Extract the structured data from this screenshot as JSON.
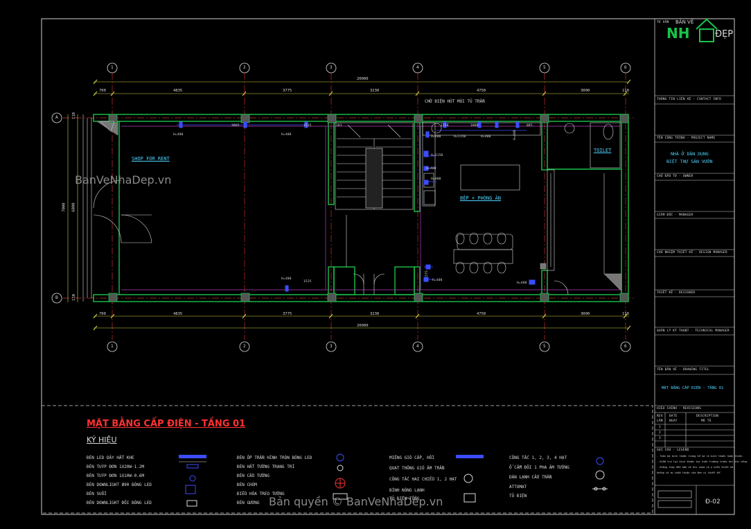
{
  "drawing": {
    "title": "MẶT BẰNG CẤP ĐIỆN - TẦNG 01",
    "legend_title": "KÝ HIỆU",
    "total_dim": "20000",
    "dims_top": [
      "700",
      "4835",
      "3775",
      "3230",
      "4750",
      "3000",
      "110"
    ],
    "dims_bottom": [
      "700",
      "4835",
      "3775",
      "3230",
      "4750",
      "3000",
      "110"
    ],
    "dim_left_outer": "7000",
    "dim_left_inner": "6800",
    "dim_left_a": "110",
    "dim_left_b": "110",
    "grid_cols": [
      "1",
      "2",
      "3",
      "4",
      "5",
      "6"
    ],
    "grid_rows": [
      "A",
      "B"
    ],
    "room_shop": "SHOP FOR RENT",
    "room_kitchen": "BẾP + PHÒNG ĂN",
    "room_toilet": "TOILET",
    "note_fan": "CHỜ ĐIỆN HÚT MÙI TỦ TRẦN",
    "h_labels": [
      "H=400",
      "H=400",
      "H=400",
      "H=400",
      "H=400",
      "H=1150",
      "H=400",
      "H=400",
      "H=1150",
      "H=400",
      "H=400",
      "H=400"
    ],
    "misc_dims": [
      "3865",
      "1525",
      "1525",
      "1150",
      "1080",
      "885",
      "575",
      "101"
    ]
  },
  "legend": {
    "col1": [
      "ĐÈN LED DÂY HẮT KHE",
      "ĐÈN TUÝP ĐƠN 1X20W-1.2M",
      "ĐÈN TUÝP ĐƠN 1X10W-0.6M",
      "ĐÈN DOWNLIGHT Ø90 BÓNG LED",
      "ĐÈN SUỐI",
      "ĐÈN DOWNLIGHT ĐÔI BÓNG LED"
    ],
    "col2": [
      "ĐÈN ỐP TRẦN HÌNH TRÒN BÓNG LED",
      "ĐÈN HẮT TƯỜNG TRANG TRÍ",
      "ĐÈN CẦU TƯỜNG",
      "ĐÈN CHÙM",
      "ĐIỀU HÒA TREO TƯỜNG",
      "ĐÈN GƯƠNG"
    ],
    "col3": [
      "MIỆNG GIÓ CẤP, HỒI",
      "QUẠT THÔNG GIÓ ÂM TRẦN",
      "CÔNG TẮC HAI CHIỀU 1, 2 HẠT",
      "BÌNH NÓNG LẠNH",
      "TỦ ĐIỆN TỔNG"
    ],
    "col4": [
      "CÔNG TẮC 1, 2, 3, 4 HẠT",
      "Ổ CẮM ĐÔI 1 PHA ÂM TƯỜNG",
      "DÀN LẠNH CẤU TRẦN",
      "ATTOMAT",
      "TỦ ĐIỆN"
    ]
  },
  "title_block": {
    "logo_top": "BẢN VẼ",
    "logo_nh": "NH",
    "logo_dep": "ĐẸP",
    "owner_label": "TƯ VẤN",
    "contact": "THÔNG TIN LIÊN HỆ - CONTACT INFO",
    "project_label": "TÊN CÔNG TRÌNH - PROJECT NAME",
    "project_line1": "NHÀ Ở DÂN DỤNG",
    "project_line2": "BIỆT THỰ SÂN VƯỜN",
    "investor": "CHỦ ĐẦU TƯ - OWNER",
    "manager": "GIÁM ĐỐC - MANAGER",
    "design_manager": "CHỦ NHIỆM THIẾT KẾ - DESIGN MANAGER",
    "designer": "THIẾT KẾ - DESIGNED",
    "tech_manager": "QUẢN LÝ KỸ THUẬT - TECHNICAL MANAGER",
    "drawing_title_label": "TÊN BẢN VẼ - DRAWING TITEL",
    "drawing_title": "MẶT BẰNG CẤP ĐIỆN - TẦNG 01",
    "revision": "HIỆU CHỈNH - REVISIONS",
    "rev_headers": [
      "REV",
      "DATE",
      "DESCRIPTION"
    ],
    "rev_sub": [
      "LẦN",
      "NGÀY",
      "MÔ TẢ"
    ],
    "rev_rows": [
      "1",
      "2",
      "3"
    ],
    "notes_label": "GHI CHÚ - LEGEND",
    "notes": [
      "- Toàn bộ kích thước trong hồ sơ là kích thước hoàn thiện.",
      "- Kiểm tra lại kích thước tại hiện trường trước khi thi công.",
      "- Không thay đổi bản vẽ khi chưa có ý kiến thiết kế.",
      "không có sự chấp thuận của đơn vị thiết kế."
    ],
    "sheet_no": "Đ-02"
  },
  "watermarks": {
    "top": "BanVeNhaDep.vn",
    "bottom": "Bản quyền © BanVeNhaDep.vn"
  },
  "colors": {
    "wall_green": "#19c44a",
    "grid_red": "#c83030",
    "dim_yellow": "#d8d84a",
    "title_red": "#ff3232",
    "cyan": "#4fd4ff",
    "blue_device": "#3b4dff",
    "magenta": "#b040c0"
  }
}
